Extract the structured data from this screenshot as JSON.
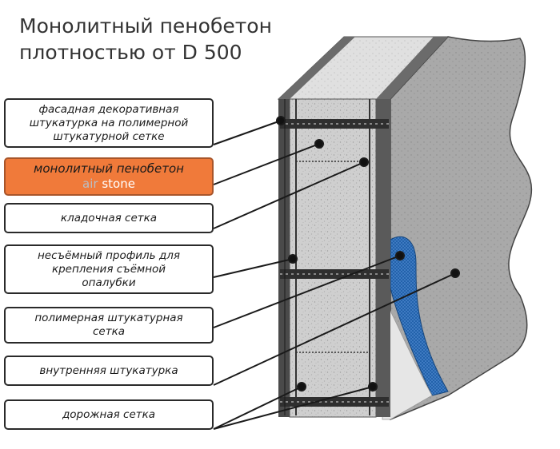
{
  "title": {
    "line1": "Монолитный пенобетон",
    "line2": "плотностью от D 500"
  },
  "labels": [
    {
      "id": "facade-plaster",
      "lines": [
        "фасадная декоративная",
        "штукатурка на полимерной",
        "штукатурной сетке"
      ]
    },
    {
      "id": "monolithic-foam-concrete",
      "line1": "монолитный пенобетон",
      "brand_part1": "air",
      "brand_part2": "stone"
    },
    {
      "id": "masonry-mesh",
      "lines": [
        "кладочная сетка"
      ]
    },
    {
      "id": "fixed-profile",
      "lines": [
        "несъёмный профиль для",
        "крепления съёмной",
        "опалубки"
      ]
    },
    {
      "id": "polymer-mesh",
      "lines": [
        "полимерная штукатурная",
        "сетка"
      ]
    },
    {
      "id": "interior-plaster",
      "lines": [
        "внутренняя штукатурка"
      ]
    },
    {
      "id": "road-mesh",
      "lines": [
        "дорожная сетка"
      ]
    }
  ],
  "colors": {
    "highlight": "#f07a3a",
    "brand_air": "#b9bec4",
    "concrete": "#c9c9c9",
    "concrete_dark": "#9a9a9a",
    "profile": "#3a3a3a",
    "blue_mesh": "#1f5fa8"
  }
}
